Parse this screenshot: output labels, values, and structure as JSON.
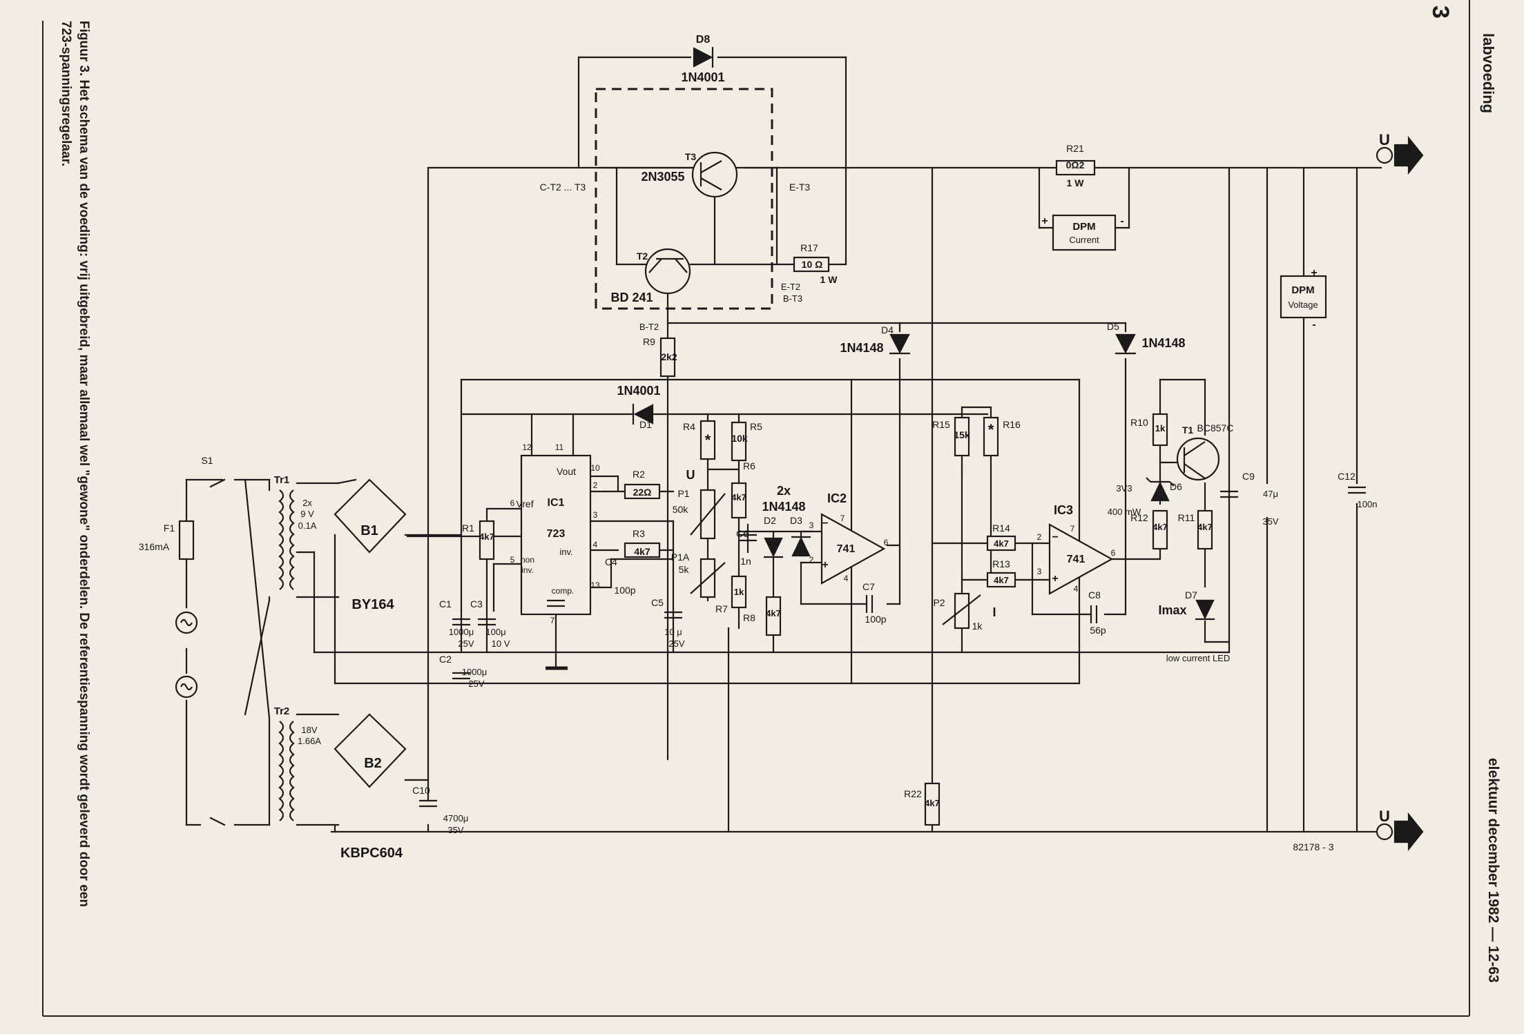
{
  "header": {
    "section_title": "labvoeding",
    "page_number": "3",
    "footer": "elektuur december 1982 — 12-63"
  },
  "caption": {
    "line1": "Figuur 3. Het schema van de voeding: vrij uitgebreid, maar allemaal wel \"gewone\" onderdelen. De referentiespanning wordt geleverd door een",
    "line2": "723-spanningsregelaar."
  },
  "figure_id": "82178 - 3",
  "schematic": {
    "output": {
      "plus": "U",
      "minus": "U"
    },
    "labels": [
      {
        "id": "D8",
        "text": "D8"
      },
      {
        "id": "D8v",
        "text": "1N4001"
      },
      {
        "id": "R21",
        "text": "R21"
      },
      {
        "id": "R21v",
        "text": "0Ω2"
      },
      {
        "id": "R21w",
        "text": "1 W"
      },
      {
        "id": "DPMc1",
        "text": "DPM"
      },
      {
        "id": "DPMc2",
        "text": "Current"
      },
      {
        "id": "DPMv1",
        "text": "DPM"
      },
      {
        "id": "DPMv2",
        "text": "Voltage"
      },
      {
        "id": "T3",
        "text": "T3"
      },
      {
        "id": "T3v",
        "text": "2N3055"
      },
      {
        "id": "ET3",
        "text": "E-T3"
      },
      {
        "id": "CT2",
        "text": "C-T2 ... T3"
      },
      {
        "id": "T2",
        "text": "T2"
      },
      {
        "id": "T2v",
        "text": "BD 241"
      },
      {
        "id": "R17",
        "text": "R17"
      },
      {
        "id": "R17v",
        "text": "10 Ω"
      },
      {
        "id": "R17w",
        "text": "1 W"
      },
      {
        "id": "ET2",
        "text": "E-T2"
      },
      {
        "id": "BT3",
        "text": "B-T3"
      },
      {
        "id": "BT2",
        "text": "B-T2"
      },
      {
        "id": "R9",
        "text": "R9"
      },
      {
        "id": "R9v",
        "text": "2k2"
      },
      {
        "id": "D4",
        "text": "D4"
      },
      {
        "id": "D4v",
        "text": "1N4148"
      },
      {
        "id": "D5",
        "text": "D5"
      },
      {
        "id": "D5v",
        "text": "1N4148"
      },
      {
        "id": "D1v",
        "text": "1N4001"
      },
      {
        "id": "D1",
        "text": "D1"
      },
      {
        "id": "R4",
        "text": "R4"
      },
      {
        "id": "R5",
        "text": "R5"
      },
      {
        "id": "R5v",
        "text": "10k"
      },
      {
        "id": "R15",
        "text": "R15"
      },
      {
        "id": "R15v",
        "text": "15k"
      },
      {
        "id": "R16",
        "text": "R16"
      },
      {
        "id": "R10",
        "text": "R10"
      },
      {
        "id": "R10v",
        "text": "1k"
      },
      {
        "id": "T1",
        "text": "T1"
      },
      {
        "id": "BC857C",
        "text": "BC857C"
      },
      {
        "id": "S1",
        "text": "S1"
      },
      {
        "id": "Tr1",
        "text": "Tr1"
      },
      {
        "id": "Tr1v1",
        "text": "2x"
      },
      {
        "id": "Tr1v2",
        "text": "9 V"
      },
      {
        "id": "Tr1v3",
        "text": "0.1A"
      },
      {
        "id": "F1",
        "text": "F1"
      },
      {
        "id": "F1v",
        "text": "316mA"
      },
      {
        "id": "B1",
        "text": "B1"
      },
      {
        "id": "BY164",
        "text": "BY164"
      },
      {
        "id": "IC1a",
        "text": "IC1"
      },
      {
        "id": "IC1b",
        "text": "723"
      },
      {
        "id": "Vout",
        "text": "Vout"
      },
      {
        "id": "Vref",
        "text": "Vref"
      },
      {
        "id": "non",
        "text": "non"
      },
      {
        "id": "inv",
        "text": "inv."
      },
      {
        "id": "inv2",
        "text": "inv."
      },
      {
        "id": "comp",
        "text": "comp."
      },
      {
        "id": "p12",
        "text": "12"
      },
      {
        "id": "p11",
        "text": "11"
      },
      {
        "id": "p10",
        "text": "10"
      },
      {
        "id": "p2",
        "text": "2"
      },
      {
        "id": "p6",
        "text": "6"
      },
      {
        "id": "p3",
        "text": "3"
      },
      {
        "id": "p5",
        "text": "5"
      },
      {
        "id": "p4",
        "text": "4"
      },
      {
        "id": "p13",
        "text": "13"
      },
      {
        "id": "p7",
        "text": "7"
      },
      {
        "id": "R1",
        "text": "R1"
      },
      {
        "id": "R1v",
        "text": "4k7"
      },
      {
        "id": "R2",
        "text": "R2"
      },
      {
        "id": "R2v",
        "text": "22Ω"
      },
      {
        "id": "R3",
        "text": "R3"
      },
      {
        "id": "R3v",
        "text": "4k7"
      },
      {
        "id": "C4",
        "text": "C4"
      },
      {
        "id": "C4v",
        "text": "100p"
      },
      {
        "id": "C1",
        "text": "C1"
      },
      {
        "id": "C1v1",
        "text": "1000μ"
      },
      {
        "id": "C1v2",
        "text": "25V"
      },
      {
        "id": "C3",
        "text": "C3"
      },
      {
        "id": "C3v1",
        "text": "100μ"
      },
      {
        "id": "C3v2",
        "text": "10 V"
      },
      {
        "id": "C2",
        "text": "C2"
      },
      {
        "id": "C2v1",
        "text": "1000μ"
      },
      {
        "id": "C2v2",
        "text": "25V"
      },
      {
        "id": "C5",
        "text": "C5"
      },
      {
        "id": "C5v1",
        "text": "10 μ"
      },
      {
        "id": "C5v2",
        "text": "25V"
      },
      {
        "id": "Ulbl",
        "text": "U"
      },
      {
        "id": "P1",
        "text": "P1"
      },
      {
        "id": "P1v",
        "text": "50k"
      },
      {
        "id": "P1A",
        "text": "P1A"
      },
      {
        "id": "P1Av",
        "text": "5k"
      },
      {
        "id": "R6v",
        "text": "4k7"
      },
      {
        "id": "R6",
        "text": "R6"
      },
      {
        "id": "C6",
        "text": "C6"
      },
      {
        "id": "C6v",
        "text": "1n"
      },
      {
        "id": "R7v",
        "text": "1k"
      },
      {
        "id": "R7",
        "text": "R7"
      },
      {
        "id": "R8",
        "text": "R8"
      },
      {
        "id": "R8v",
        "text": "4k7"
      },
      {
        "id": "D23a",
        "text": "2x"
      },
      {
        "id": "D23b",
        "text": "1N4148"
      },
      {
        "id": "D2",
        "text": "D2"
      },
      {
        "id": "D3",
        "text": "D3"
      },
      {
        "id": "IC2",
        "text": "IC2"
      },
      {
        "id": "IC2v",
        "text": "741"
      },
      {
        "id": "q3",
        "text": "3"
      },
      {
        "id": "q7",
        "text": "7"
      },
      {
        "id": "q2",
        "text": "2"
      },
      {
        "id": "q6",
        "text": "6"
      },
      {
        "id": "q4",
        "text": "4"
      },
      {
        "id": "C7",
        "text": "C7"
      },
      {
        "id": "C7v",
        "text": "100p"
      },
      {
        "id": "R14",
        "text": "R14"
      },
      {
        "id": "R14v",
        "text": "4k7"
      },
      {
        "id": "R13",
        "text": "R13"
      },
      {
        "id": "R13v",
        "text": "4k7"
      },
      {
        "id": "IC3",
        "text": "IC3"
      },
      {
        "id": "IC3v",
        "text": "741"
      },
      {
        "id": "r2",
        "text": "2"
      },
      {
        "id": "r7",
        "text": "7"
      },
      {
        "id": "r3",
        "text": "3"
      },
      {
        "id": "r6",
        "text": "6"
      },
      {
        "id": "r4",
        "text": "4"
      },
      {
        "id": "C8",
        "text": "C8"
      },
      {
        "id": "C8v",
        "text": "56p"
      },
      {
        "id": "P2",
        "text": "P2"
      },
      {
        "id": "P2v",
        "text": "1k"
      },
      {
        "id": "Ilbl",
        "text": "I"
      },
      {
        "id": "R12",
        "text": "R12"
      },
      {
        "id": "R12v",
        "text": "4k7"
      },
      {
        "id": "R11",
        "text": "R11"
      },
      {
        "id": "R11v",
        "text": "4k7"
      },
      {
        "id": "D6",
        "text": "D6"
      },
      {
        "id": "D6v",
        "text": "3V3"
      },
      {
        "id": "D6w",
        "text": "400 mW"
      },
      {
        "id": "D7",
        "text": "D7"
      },
      {
        "id": "Imax",
        "text": "Imax"
      },
      {
        "id": "led",
        "text": "low current LED"
      },
      {
        "id": "C9",
        "text": "C9"
      },
      {
        "id": "C9v1",
        "text": "47μ"
      },
      {
        "id": "C9v2",
        "text": "35V"
      },
      {
        "id": "C12",
        "text": "C12"
      },
      {
        "id": "C12v",
        "text": "100n"
      },
      {
        "id": "Tr2",
        "text": "Tr2"
      },
      {
        "id": "Tr2v1",
        "text": "18V"
      },
      {
        "id": "Tr2v2",
        "text": "1.66A"
      },
      {
        "id": "B2",
        "text": "B2"
      },
      {
        "id": "KBPC604",
        "text": "KBPC604"
      },
      {
        "id": "C10",
        "text": "C10"
      },
      {
        "id": "C10v1",
        "text": "4700μ"
      },
      {
        "id": "C10v2",
        "text": "35V"
      },
      {
        "id": "R22",
        "text": "R22"
      },
      {
        "id": "R22v",
        "text": "4k7"
      },
      {
        "id": "star4",
        "text": "*"
      },
      {
        "id": "star16",
        "text": "*"
      },
      {
        "id": "dpmplus",
        "text": "+"
      },
      {
        "id": "dpmminus",
        "text": "-"
      },
      {
        "id": "dpmvplus",
        "text": "+"
      },
      {
        "id": "dpmvminus",
        "text": "-"
      },
      {
        "id": "ic2minus",
        "text": "−"
      },
      {
        "id": "ic2plus",
        "text": "+"
      },
      {
        "id": "ic3minus",
        "text": "−"
      },
      {
        "id": "ic3plus",
        "text": "+"
      }
    ]
  }
}
